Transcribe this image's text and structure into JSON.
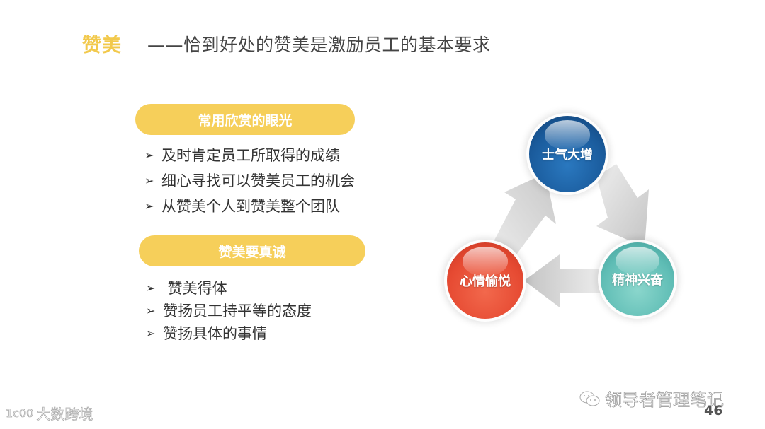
{
  "header": {
    "keyword": "赞美",
    "subtitle": "——恰到好处的赞美是激励员工的基本要求"
  },
  "sections": [
    {
      "heading": "常用欣赏的眼光",
      "items": [
        "及时肯定员工所取得的成绩",
        "细心寻找可以赞美员工的机会",
        "从赞美个人到赞美整个团队"
      ]
    },
    {
      "heading": "赞美要真诚",
      "items": [
        " 赞美得体",
        "赞扬员工持平等的态度",
        "赞扬具体的事情"
      ]
    }
  ],
  "bullet_glyph": "➢",
  "cycle": {
    "nodes": [
      {
        "label": "士气大增",
        "color": "#1a5b9c"
      },
      {
        "label": "精神兴奋",
        "color": "#5fbdb5"
      },
      {
        "label": "心情愉悦",
        "color": "#e64a32"
      }
    ],
    "arrow_color": "#cccccc"
  },
  "colors": {
    "accent_yellow": "#f6cf5a",
    "title_yellow": "#f2c94c"
  },
  "footer": {
    "watermark": "领导者管理笔记",
    "page_number": "46",
    "brand": "大数跨境",
    "brand_logo": "1c00"
  }
}
